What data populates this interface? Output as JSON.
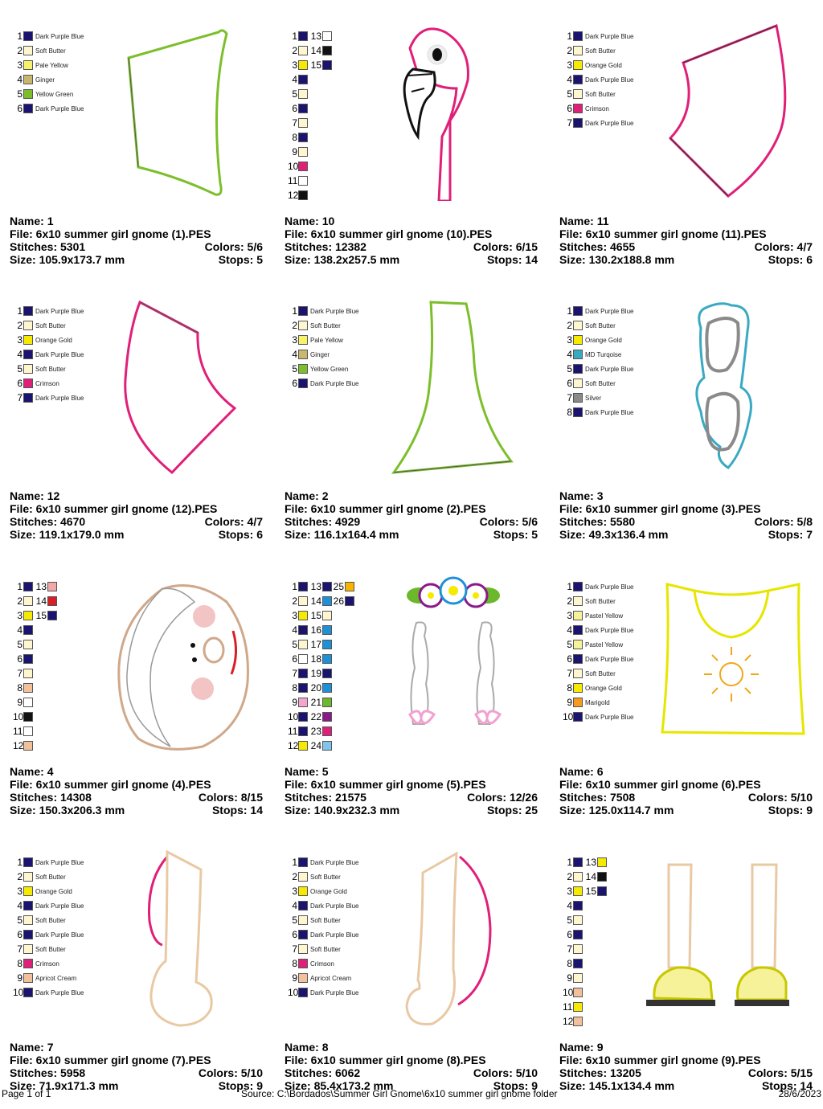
{
  "labels": {
    "name": "Name:",
    "file": "File:",
    "stitches": "Stitches:",
    "size": "Size:",
    "colors": "Colors:",
    "stops": "Stops:"
  },
  "palette": {
    "Dark Purple Blue": "#1a1470",
    "Soft Butter": "#fdf6cf",
    "Pale Yellow": "#f8f26a",
    "Ginger": "#c9b76e",
    "Yellow Green": "#7cbf2b",
    "Orange Gold": "#f6ea00",
    "Crimson": "#e01f79",
    "MD Turqoise": "#3aa9c2",
    "Silver": "#8a8a8a",
    "Pastel Yellow": "#f6f29a",
    "Marigold": "#f59a1c",
    "Apricot Cream": "#f2c09a"
  },
  "designs": [
    {
      "name": "1",
      "file": "6x10 summer girl gnome (1).PES",
      "stitches": "5301",
      "colors": "5/6",
      "size": "105.9x173.7 mm",
      "stops": "5",
      "thread_list": [
        {
          "n": "1",
          "name": "Dark Purple Blue"
        },
        {
          "n": "2",
          "name": "Soft Butter"
        },
        {
          "n": "3",
          "name": "Pale Yellow"
        },
        {
          "n": "4",
          "name": "Ginger"
        },
        {
          "n": "5",
          "name": "Yellow Green"
        },
        {
          "n": "6",
          "name": "Dark Purple Blue"
        }
      ]
    },
    {
      "name": "10",
      "file": "6x10 summer girl gnome (10).PES",
      "stitches": "12382",
      "colors": "6/15",
      "size": "138.2x257.5 mm",
      "stops": "14",
      "thread_grid": [
        [
          {
            "n": "1",
            "c": "#1a1470"
          },
          {
            "n": "13",
            "c": "#ffffff"
          }
        ],
        [
          {
            "n": "2",
            "c": "#fdf6cf"
          },
          {
            "n": "14",
            "c": "#111111"
          }
        ],
        [
          {
            "n": "3",
            "c": "#f6ea00"
          },
          {
            "n": "15",
            "c": "#1a1470"
          }
        ],
        [
          {
            "n": "4",
            "c": "#1a1470"
          }
        ],
        [
          {
            "n": "5",
            "c": "#fdf6cf"
          }
        ],
        [
          {
            "n": "6",
            "c": "#1a1470"
          }
        ],
        [
          {
            "n": "7",
            "c": "#fdf6cf"
          }
        ],
        [
          {
            "n": "8",
            "c": "#1a1470"
          }
        ],
        [
          {
            "n": "9",
            "c": "#fdf6cf"
          }
        ],
        [
          {
            "n": "10",
            "c": "#e01f79"
          }
        ],
        [
          {
            "n": "11",
            "c": "#ffffff"
          }
        ],
        [
          {
            "n": "12",
            "c": "#111111"
          }
        ]
      ]
    },
    {
      "name": "11",
      "file": "6x10 summer girl gnome (11).PES",
      "stitches": "4655",
      "colors": "4/7",
      "size": "130.2x188.8 mm",
      "stops": "6",
      "thread_list": [
        {
          "n": "1",
          "name": "Dark Purple Blue"
        },
        {
          "n": "2",
          "name": "Soft Butter"
        },
        {
          "n": "3",
          "name": "Orange Gold"
        },
        {
          "n": "4",
          "name": "Dark Purple Blue"
        },
        {
          "n": "5",
          "name": "Soft Butter"
        },
        {
          "n": "6",
          "name": "Crimson"
        },
        {
          "n": "7",
          "name": "Dark Purple Blue"
        }
      ]
    },
    {
      "name": "12",
      "file": "6x10 summer girl gnome (12).PES",
      "stitches": "4670",
      "colors": "4/7",
      "size": "119.1x179.0 mm",
      "stops": "6",
      "thread_list": [
        {
          "n": "1",
          "name": "Dark Purple Blue"
        },
        {
          "n": "2",
          "name": "Soft Butter"
        },
        {
          "n": "3",
          "name": "Orange Gold"
        },
        {
          "n": "4",
          "name": "Dark Purple Blue"
        },
        {
          "n": "5",
          "name": "Soft Butter"
        },
        {
          "n": "6",
          "name": "Crimson"
        },
        {
          "n": "7",
          "name": "Dark Purple Blue"
        }
      ]
    },
    {
      "name": "2",
      "file": "6x10 summer girl gnome (2).PES",
      "stitches": "4929",
      "colors": "5/6",
      "size": "116.1x164.4 mm",
      "stops": "5",
      "thread_list": [
        {
          "n": "1",
          "name": "Dark Purple Blue"
        },
        {
          "n": "2",
          "name": "Soft Butter"
        },
        {
          "n": "3",
          "name": "Pale Yellow"
        },
        {
          "n": "4",
          "name": "Ginger"
        },
        {
          "n": "5",
          "name": "Yellow Green"
        },
        {
          "n": "6",
          "name": "Dark Purple Blue"
        }
      ]
    },
    {
      "name": "3",
      "file": "6x10 summer girl gnome (3).PES",
      "stitches": "5580",
      "colors": "5/8",
      "size": "49.3x136.4 mm",
      "stops": "7",
      "thread_list": [
        {
          "n": "1",
          "name": "Dark Purple Blue"
        },
        {
          "n": "2",
          "name": "Soft Butter"
        },
        {
          "n": "3",
          "name": "Orange Gold"
        },
        {
          "n": "4",
          "name": "MD Turqoise"
        },
        {
          "n": "5",
          "name": "Dark Purple Blue"
        },
        {
          "n": "6",
          "name": "Soft Butter"
        },
        {
          "n": "7",
          "name": "Silver"
        },
        {
          "n": "8",
          "name": "Dark Purple Blue"
        }
      ]
    },
    {
      "name": "4",
      "file": "6x10 summer girl gnome (4).PES",
      "stitches": "14308",
      "colors": "8/15",
      "size": "150.3x206.3 mm",
      "stops": "14",
      "thread_grid": [
        [
          {
            "n": "1",
            "c": "#1a1470"
          },
          {
            "n": "13",
            "c": "#f2a8a8"
          }
        ],
        [
          {
            "n": "2",
            "c": "#fdf6cf"
          },
          {
            "n": "14",
            "c": "#d91f26"
          }
        ],
        [
          {
            "n": "3",
            "c": "#f6ea00"
          },
          {
            "n": "15",
            "c": "#1a1470"
          }
        ],
        [
          {
            "n": "4",
            "c": "#1a1470"
          }
        ],
        [
          {
            "n": "5",
            "c": "#fdf6cf"
          }
        ],
        [
          {
            "n": "6",
            "c": "#1a1470"
          }
        ],
        [
          {
            "n": "7",
            "c": "#fdf6cf"
          }
        ],
        [
          {
            "n": "8",
            "c": "#f2c09a"
          }
        ],
        [
          {
            "n": "9",
            "c": "#ffffff"
          }
        ],
        [
          {
            "n": "10",
            "c": "#111111"
          }
        ],
        [
          {
            "n": "11",
            "c": "#ffffff"
          }
        ],
        [
          {
            "n": "12",
            "c": "#f2c09a"
          }
        ]
      ]
    },
    {
      "name": "5",
      "file": "6x10 summer girl gnome (5).PES",
      "stitches": "21575",
      "colors": "12/26",
      "size": "140.9x232.3 mm",
      "stops": "25",
      "thread_grid": [
        [
          {
            "n": "1",
            "c": "#1a1470"
          },
          {
            "n": "13",
            "c": "#1a1470"
          },
          {
            "n": "25",
            "c": "#f6b400"
          }
        ],
        [
          {
            "n": "2",
            "c": "#fdf6cf"
          },
          {
            "n": "14",
            "c": "#1e90d8"
          },
          {
            "n": "26",
            "c": "#1a1470"
          }
        ],
        [
          {
            "n": "3",
            "c": "#f6ea00"
          },
          {
            "n": "15",
            "c": "#fdf6cf"
          }
        ],
        [
          {
            "n": "4",
            "c": "#1a1470"
          },
          {
            "n": "16",
            "c": "#1e90d8"
          }
        ],
        [
          {
            "n": "5",
            "c": "#fdf6cf"
          },
          {
            "n": "17",
            "c": "#1e90d8"
          }
        ],
        [
          {
            "n": "6",
            "c": "#ffffff"
          },
          {
            "n": "18",
            "c": "#1e90d8"
          }
        ],
        [
          {
            "n": "7",
            "c": "#1a1470"
          },
          {
            "n": "19",
            "c": "#1a1470"
          }
        ],
        [
          {
            "n": "8",
            "c": "#1a1470"
          },
          {
            "n": "20",
            "c": "#1e90d8"
          }
        ],
        [
          {
            "n": "9",
            "c": "#f4a4cf"
          },
          {
            "n": "21",
            "c": "#6bb82a"
          }
        ],
        [
          {
            "n": "10",
            "c": "#1a1470"
          },
          {
            "n": "22",
            "c": "#8a1a8a"
          }
        ],
        [
          {
            "n": "11",
            "c": "#1a1470"
          },
          {
            "n": "23",
            "c": "#e01f79"
          }
        ],
        [
          {
            "n": "12",
            "c": "#f6ea00"
          },
          {
            "n": "24",
            "c": "#7fc4ea"
          }
        ]
      ]
    },
    {
      "name": "6",
      "file": "6x10 summer girl gnome (6).PES",
      "stitches": "7508",
      "colors": "5/10",
      "size": "125.0x114.7 mm",
      "stops": "9",
      "thread_list": [
        {
          "n": "1",
          "name": "Dark Purple Blue"
        },
        {
          "n": "2",
          "name": "Soft Butter"
        },
        {
          "n": "3",
          "name": "Pastel Yellow"
        },
        {
          "n": "4",
          "name": "Dark Purple Blue"
        },
        {
          "n": "5",
          "name": "Pastel Yellow"
        },
        {
          "n": "6",
          "name": "Dark Purple Blue"
        },
        {
          "n": "7",
          "name": "Soft Butter"
        },
        {
          "n": "8",
          "name": "Orange Gold"
        },
        {
          "n": "9",
          "name": "Marigold"
        },
        {
          "n": "10",
          "name": "Dark Purple Blue"
        }
      ]
    },
    {
      "name": "7",
      "file": "6x10 summer girl gnome (7).PES",
      "stitches": "5958",
      "colors": "5/10",
      "size": "71.9x171.3 mm",
      "stops": "9",
      "thread_list": [
        {
          "n": "1",
          "name": "Dark Purple Blue"
        },
        {
          "n": "2",
          "name": "Soft Butter"
        },
        {
          "n": "3",
          "name": "Orange Gold"
        },
        {
          "n": "4",
          "name": "Dark Purple Blue"
        },
        {
          "n": "5",
          "name": "Soft Butter"
        },
        {
          "n": "6",
          "name": "Dark Purple Blue"
        },
        {
          "n": "7",
          "name": "Soft Butter"
        },
        {
          "n": "8",
          "name": "Crimson"
        },
        {
          "n": "9",
          "name": "Apricot Cream"
        },
        {
          "n": "10",
          "name": "Dark Purple Blue"
        }
      ]
    },
    {
      "name": "8",
      "file": "6x10 summer girl gnome (8).PES",
      "stitches": "6062",
      "colors": "5/10",
      "size": "85.4x173.2 mm",
      "stops": "9",
      "thread_list": [
        {
          "n": "1",
          "name": "Dark Purple Blue"
        },
        {
          "n": "2",
          "name": "Soft Butter"
        },
        {
          "n": "3",
          "name": "Orange Gold"
        },
        {
          "n": "4",
          "name": "Dark Purple Blue"
        },
        {
          "n": "5",
          "name": "Soft Butter"
        },
        {
          "n": "6",
          "name": "Dark Purple Blue"
        },
        {
          "n": "7",
          "name": "Soft Butter"
        },
        {
          "n": "8",
          "name": "Crimson"
        },
        {
          "n": "9",
          "name": "Apricot Cream"
        },
        {
          "n": "10",
          "name": "Dark Purple Blue"
        }
      ]
    },
    {
      "name": "9",
      "file": "6x10 summer girl gnome (9).PES",
      "stitches": "13205",
      "colors": "5/15",
      "size": "145.1x134.4 mm",
      "stops": "14",
      "thread_grid": [
        [
          {
            "n": "1",
            "c": "#1a1470"
          },
          {
            "n": "13",
            "c": "#f6ea00"
          }
        ],
        [
          {
            "n": "2",
            "c": "#fdf6cf"
          },
          {
            "n": "14",
            "c": "#111111"
          }
        ],
        [
          {
            "n": "3",
            "c": "#f6ea00"
          },
          {
            "n": "15",
            "c": "#1a1470"
          }
        ],
        [
          {
            "n": "4",
            "c": "#1a1470"
          }
        ],
        [
          {
            "n": "5",
            "c": "#fdf6cf"
          }
        ],
        [
          {
            "n": "6",
            "c": "#1a1470"
          }
        ],
        [
          {
            "n": "7",
            "c": "#fdf6cf"
          }
        ],
        [
          {
            "n": "8",
            "c": "#1a1470"
          }
        ],
        [
          {
            "n": "9",
            "c": "#fdf6cf"
          }
        ],
        [
          {
            "n": "10",
            "c": "#f2c09a"
          }
        ],
        [
          {
            "n": "11",
            "c": "#f6ea00"
          }
        ],
        [
          {
            "n": "12",
            "c": "#f2c09a"
          }
        ]
      ]
    }
  ],
  "footer": {
    "page": "Page 1 of 1",
    "source": "Source: C:\\Bordados\\Summer Girl Gnome\\6x10 summer girl gnome folder",
    "date": "28/6/2023"
  }
}
